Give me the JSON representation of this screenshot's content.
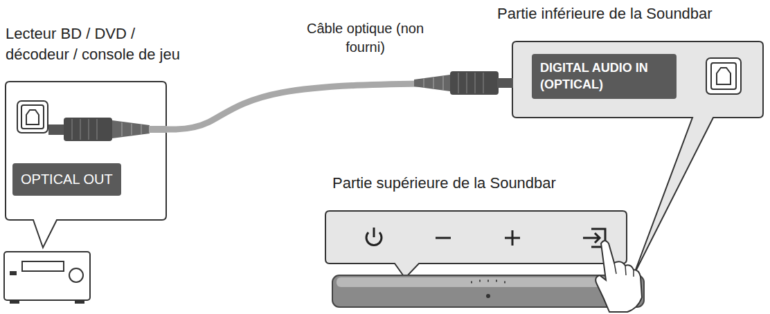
{
  "diagram": {
    "nodes": [
      {
        "text": [
          "Lecteur BD / DVD / décodeur / console de jeu"
        ]
      },
      {
        "text": [
          "OPTICAL OUT"
        ],
        "in": 0
      },
      {
        "text": [
          "Partie inférieure de la Soundbar"
        ]
      },
      {
        "text": [
          "DIGITAL AUDIO IN (OPTICAL)"
        ],
        "in": 2
      },
      {
        "text": [
          "Partie supérieure de la Soundbar"
        ]
      }
    ],
    "edges": [
      {
        "from": 0,
        "to": 2,
        "label": "Câble optique (non fourni)",
        "arrow": "none"
      }
    ]
  }
}
